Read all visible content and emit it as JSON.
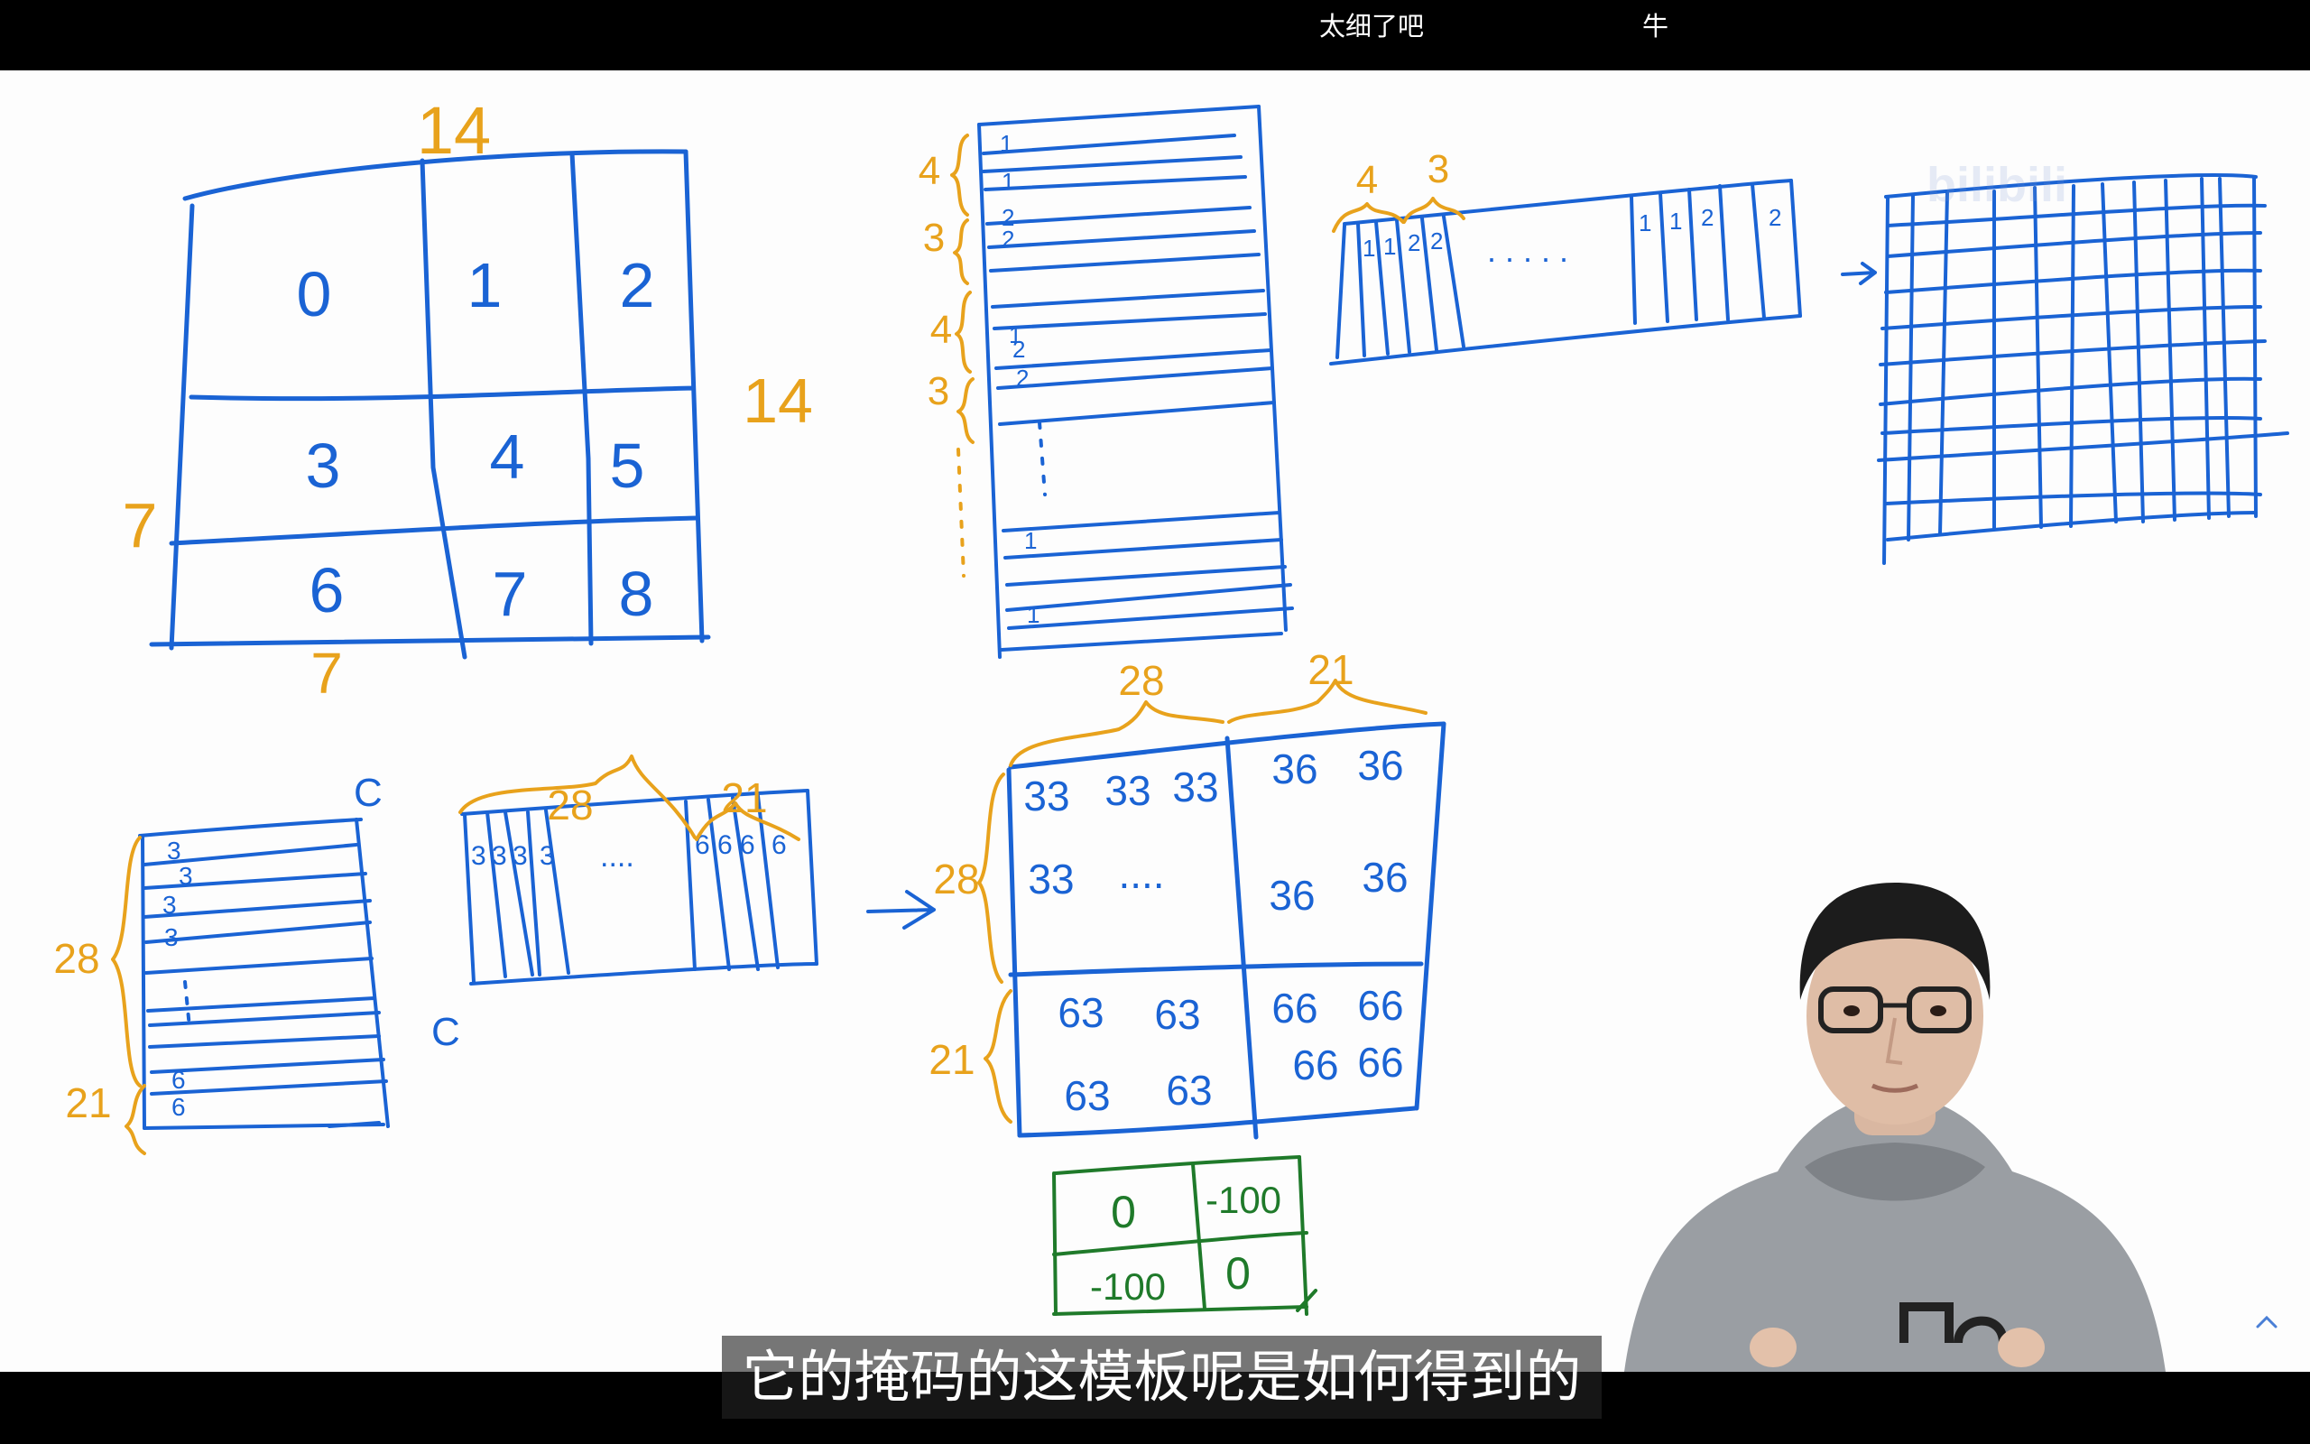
{
  "danmaku": {
    "first": "太细了吧",
    "second": "牛"
  },
  "subtitle": "它的掩码的这模板呢是如何得到的",
  "watermark": "bilibili",
  "icons": {
    "scroll_top": "chevron-up-icon"
  },
  "colors": {
    "grid_ink": "#1a63d4",
    "annotation_ink": "#e8a21c",
    "mask_ink": "#1f7a2a",
    "board": "#fdfdfd",
    "bars": "#000000"
  },
  "whiteboard": {
    "window_grid": {
      "top_width": "14",
      "right_height": "14",
      "left_height": "7",
      "bottom_width": "7",
      "labels": [
        "0",
        "1",
        "2",
        "3",
        "4",
        "5",
        "6",
        "7",
        "8"
      ]
    },
    "stack": {
      "brackets": [
        "4",
        "3",
        "4",
        "3"
      ],
      "ones": [
        "1",
        "1",
        "1"
      ],
      "twos": [
        "2",
        "2"
      ],
      "bottom_marks": [
        "1",
        "1",
        "2",
        "2"
      ]
    },
    "row_strip": {
      "brackets": [
        "4",
        "3"
      ],
      "left_cells": [
        "1",
        "1",
        "2",
        "2"
      ],
      "dots": ". . . . .",
      "right_cells": [
        "1",
        "1",
        "2",
        "2"
      ]
    },
    "column_block": {
      "c_label": "C",
      "brackets": [
        "28",
        "21"
      ],
      "cells": [
        "3",
        "3",
        "3",
        "3",
        "6",
        "6"
      ]
    },
    "row_block": {
      "brackets": [
        "28",
        "21"
      ],
      "c_label": "C",
      "left_cells": [
        "3",
        "3",
        "3",
        "3"
      ],
      "dots": "....",
      "right_cells": [
        "6",
        "6",
        "6",
        "6"
      ]
    },
    "result_matrix": {
      "top_brackets": [
        "28",
        "21"
      ],
      "side_brackets": [
        "28",
        "21"
      ],
      "cells": [
        "33",
        "33",
        "33",
        "36",
        "36",
        "33",
        "....",
        "36",
        "36",
        "63",
        "63",
        "66",
        "66",
        "63",
        "63",
        "66",
        "66"
      ]
    },
    "mask_matrix": {
      "cells": [
        "0",
        "-100",
        "-100",
        "0"
      ]
    }
  }
}
